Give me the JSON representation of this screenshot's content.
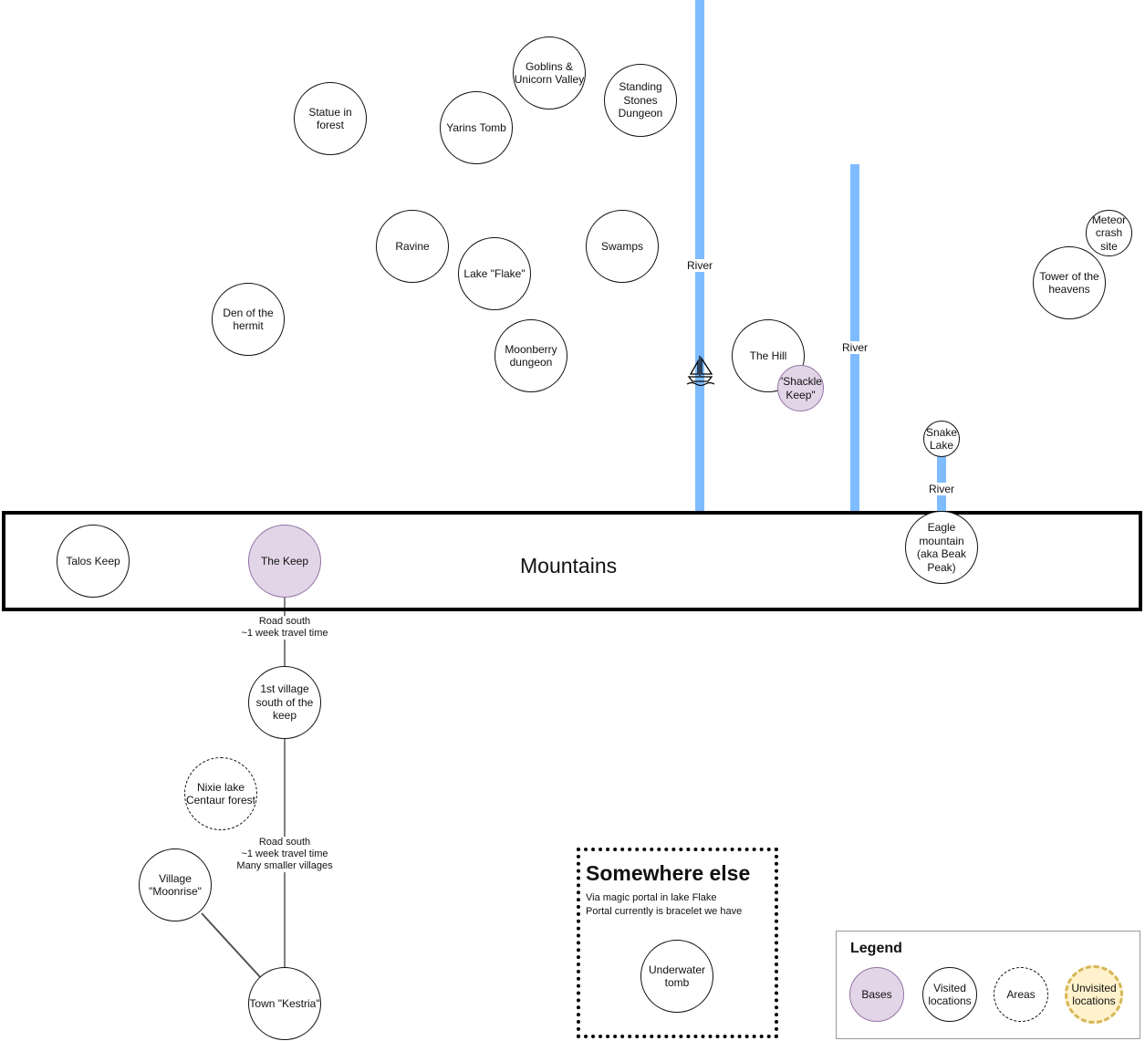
{
  "map": {
    "nodes": {
      "statue": "Statue in\nforest",
      "goblins": "Goblins &\nUnicorn Valley",
      "yarins": "Yarins Tomb",
      "standing": "Standing\nStones\nDungeon",
      "ravine": "Ravine",
      "flake": "Lake \"Flake\"",
      "swamps": "Swamps",
      "den": "Den of the\nhermit",
      "moonberry": "Moonberry\ndungeon",
      "hill": "The Hill",
      "shackle": "\"Shackle\nKeep\"",
      "meteor": "Meteor\ncrash\nsite",
      "tower": "Tower of the\nheavens",
      "snake": "Snake\nLake",
      "talos": "Talos Keep",
      "keep": "The Keep",
      "eagle": "Eagle\nmountain\n(aka Beak\nPeak)",
      "village1": "1st village\nsouth of the\nkeep",
      "nixie": "Nixie lake\nCentaur forest",
      "moonrise": "Village\n\"Moonrise\"",
      "kestria": "Town \"Kestria\"",
      "underwater": "Underwater\ntomb"
    },
    "rivers": {
      "river1": "River",
      "river2": "River",
      "river3": "River"
    },
    "mountains": "Mountains",
    "roads": {
      "road1": "Road south\n~1 week travel time",
      "road2": "Road south\n~1 week travel time\nMany smaller villages"
    },
    "colors": {
      "river": "#7fbcff",
      "base": "#e1d5e7",
      "unvisited": "#fff2cc"
    },
    "boat_icon": "sailboat-icon"
  },
  "somewhere_else": {
    "title": "Somewhere else",
    "description": "Via magic portal in lake Flake\nPortal currently is bracelet we have"
  },
  "legend": {
    "title": "Legend",
    "bases": "Bases",
    "visited": "Visited\nlocations",
    "areas": "Areas",
    "unvisited": "Unvisited\nlocations"
  }
}
